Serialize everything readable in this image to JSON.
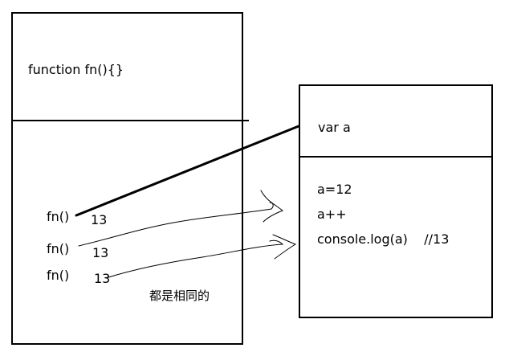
{
  "left_box": {
    "header": "function fn(){}",
    "calls": [
      {
        "label": "fn()",
        "result": "13"
      },
      {
        "label": "fn()",
        "result": "13"
      },
      {
        "label": "fn()",
        "result": "13"
      }
    ],
    "note": "都是相同的"
  },
  "right_box": {
    "header": "var a",
    "body_lines": [
      "a=12",
      "a++",
      "console.log(a)    //13"
    ]
  }
}
